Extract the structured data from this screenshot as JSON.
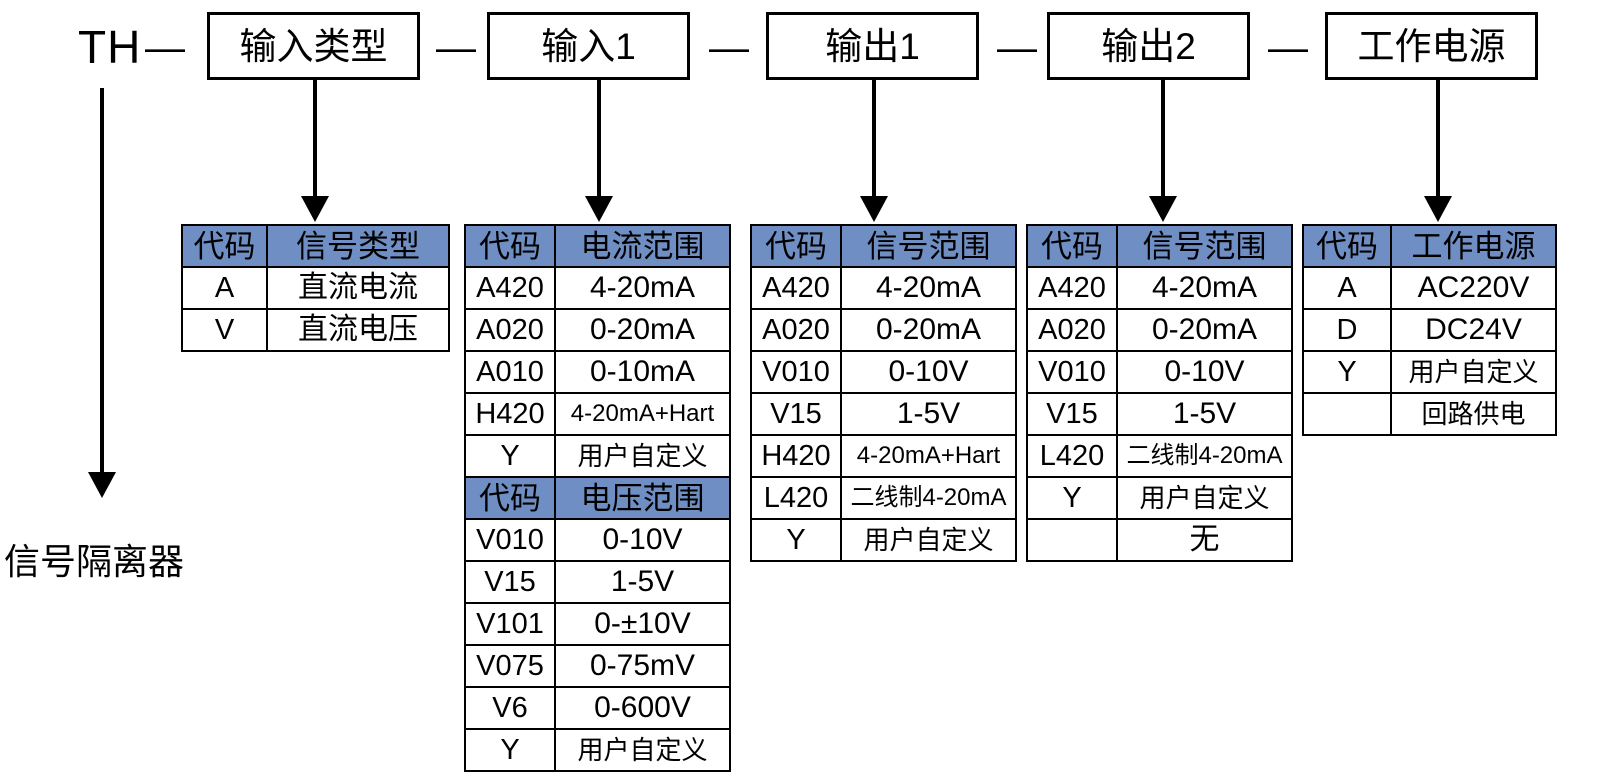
{
  "diagram": {
    "title_code": "TH",
    "separator": "—",
    "leaf_label": "信号隔离器",
    "accent_header_color": "#6f8fc4",
    "line_color": "#000000",
    "background_color": "#ffffff",
    "segments": [
      {
        "label": "输入类型"
      },
      {
        "label": "输入1"
      },
      {
        "label": "输出1"
      },
      {
        "label": "输出2"
      },
      {
        "label": "工作电源"
      }
    ],
    "tables": [
      {
        "id": "input-type",
        "blocks": [
          {
            "headers": [
              "代码",
              "信号类型"
            ],
            "rows": [
              [
                "A",
                "直流电流"
              ],
              [
                "V",
                "直流电压"
              ]
            ]
          }
        ]
      },
      {
        "id": "input-1",
        "blocks": [
          {
            "headers": [
              "代码",
              "电流范围"
            ],
            "rows": [
              [
                "A420",
                "4-20mA"
              ],
              [
                "A020",
                "0-20mA"
              ],
              [
                "A010",
                "0-10mA"
              ],
              [
                "H420",
                "4-20mA+Hart"
              ],
              [
                "Y",
                "用户自定义"
              ]
            ]
          },
          {
            "headers": [
              "代码",
              "电压范围"
            ],
            "rows": [
              [
                "V010",
                "0-10V"
              ],
              [
                "V15",
                "1-5V"
              ],
              [
                "V101",
                "0-±10V"
              ],
              [
                "V075",
                "0-75mV"
              ],
              [
                "V6",
                "0-600V"
              ],
              [
                "Y",
                "用户自定义"
              ]
            ]
          }
        ]
      },
      {
        "id": "output-1",
        "blocks": [
          {
            "headers": [
              "代码",
              "信号范围"
            ],
            "rows": [
              [
                "A420",
                "4-20mA"
              ],
              [
                "A020",
                "0-20mA"
              ],
              [
                "V010",
                "0-10V"
              ],
              [
                "V15",
                "1-5V"
              ],
              [
                "H420",
                "4-20mA+Hart"
              ],
              [
                "L420",
                "二线制4-20mA"
              ],
              [
                "Y",
                "用户自定义"
              ]
            ]
          }
        ]
      },
      {
        "id": "output-2",
        "blocks": [
          {
            "headers": [
              "代码",
              "信号范围"
            ],
            "rows": [
              [
                "A420",
                "4-20mA"
              ],
              [
                "A020",
                "0-20mA"
              ],
              [
                "V010",
                "0-10V"
              ],
              [
                "V15",
                "1-5V"
              ],
              [
                "L420",
                "二线制4-20mA"
              ],
              [
                "Y",
                "用户自定义"
              ],
              [
                "",
                "无"
              ]
            ]
          }
        ]
      },
      {
        "id": "power-supply",
        "blocks": [
          {
            "headers": [
              "代码",
              "工作电源"
            ],
            "rows": [
              [
                "A",
                "AC220V"
              ],
              [
                "D",
                "DC24V"
              ],
              [
                "Y",
                "用户自定义"
              ],
              [
                "",
                "回路供电"
              ]
            ]
          }
        ]
      }
    ]
  }
}
